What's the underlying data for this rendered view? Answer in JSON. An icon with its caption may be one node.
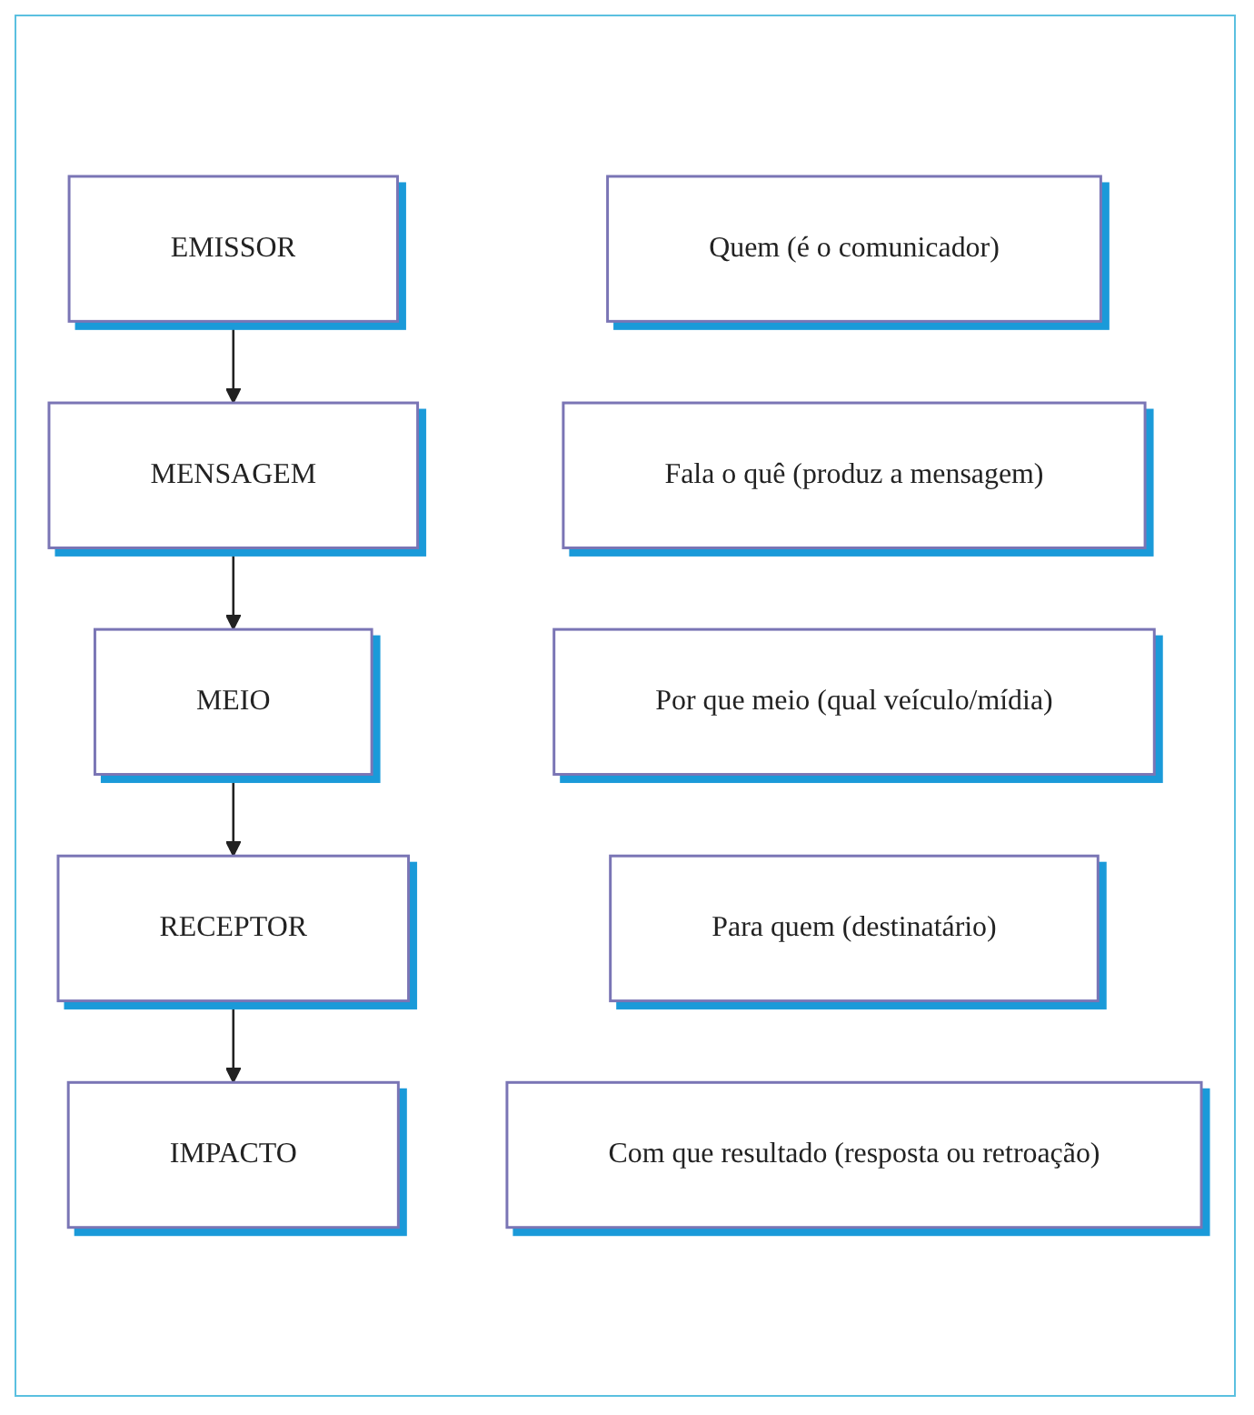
{
  "diagram": {
    "nodes": [
      {
        "text": [
          "EMISSOR"
        ]
      },
      {
        "text": [
          "Quem (é o comunicador)"
        ]
      },
      {
        "text": [
          "MENSAGEM"
        ]
      },
      {
        "text": [
          "Fala o quê (produz a mensagem)"
        ]
      },
      {
        "text": [
          "MEIO"
        ]
      },
      {
        "text": [
          "Por que meio (qual veículo/mídia)"
        ]
      },
      {
        "text": [
          "RECEPTOR"
        ]
      },
      {
        "text": [
          "Para quem (destinatário)"
        ]
      },
      {
        "text": [
          "IMPACTO"
        ]
      },
      {
        "text": [
          "Com que resultado (resposta ou retroação)"
        ]
      }
    ],
    "edges": [
      {
        "from": 0,
        "to": 2,
        "arrow": "to"
      },
      {
        "from": 2,
        "to": 4,
        "arrow": "to"
      },
      {
        "from": 4,
        "to": 6,
        "arrow": "to"
      },
      {
        "from": 6,
        "to": 8,
        "arrow": "to"
      }
    ]
  }
}
